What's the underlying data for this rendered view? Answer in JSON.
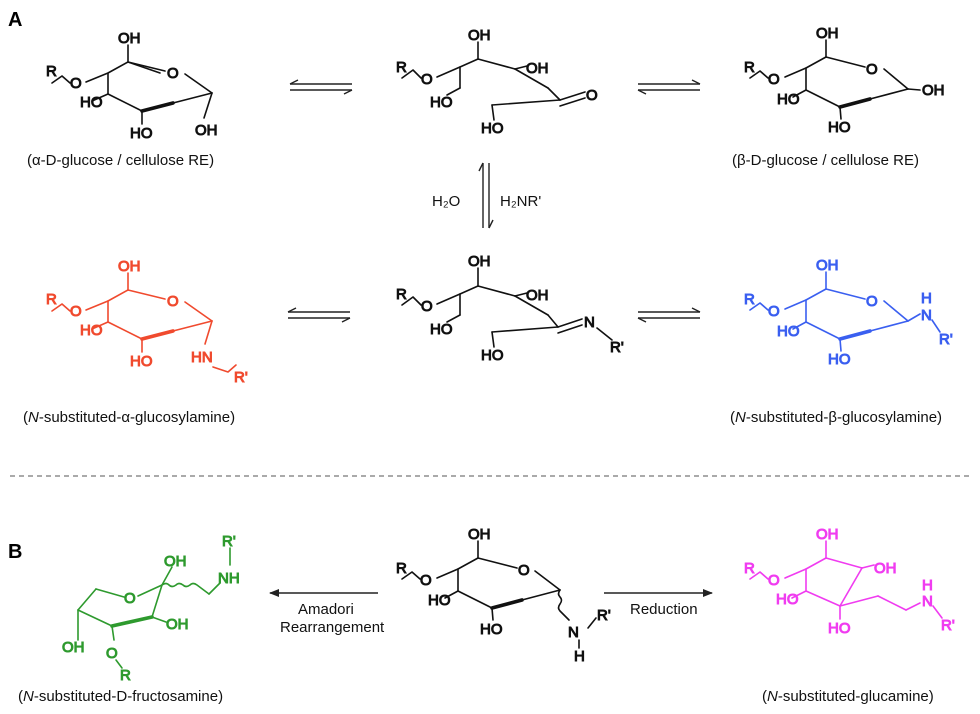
{
  "panels": {
    "a": "A",
    "b": "B"
  },
  "colors": {
    "black": "#111111",
    "alpha_glucosylamine": "#f04a2e",
    "beta_glucosylamine": "#3a5ff0",
    "fructosamine": "#2e9a2e",
    "glucamine": "#f03cf0"
  },
  "atoms": {
    "R": "R",
    "O": "O",
    "OH": "OH",
    "HO": "HO",
    "HN": "HN",
    "NH": "NH",
    "N": "N",
    "H": "H",
    "R_prime": "R'"
  },
  "captions": {
    "alpha_glucose": "(α-D-glucose / cellulose RE)",
    "beta_glucose": "(β-D-glucose / cellulose RE)",
    "alpha_glucosylamine_pre": "(",
    "alpha_glucosylamine_italic": "N",
    "alpha_glucosylamine_post": "-substituted-α-glucosylamine)",
    "beta_glucosylamine_pre": "(",
    "beta_glucosylamine_italic": "N",
    "beta_glucosylamine_post": "-substituted-β-glucosylamine)",
    "fructosamine_pre": "(",
    "fructosamine_italic": "N",
    "fructosamine_post": "-substituted-D-fructosamine)",
    "glucamine_pre": "(",
    "glucamine_italic": "N",
    "glucamine_post": "-substituted-glucamine)"
  },
  "conditions": {
    "water": "H₂O",
    "amine": "H₂NR'",
    "amadori_line1": "Amadori",
    "amadori_line2": "Rearrangement",
    "reduction": "Reduction"
  }
}
